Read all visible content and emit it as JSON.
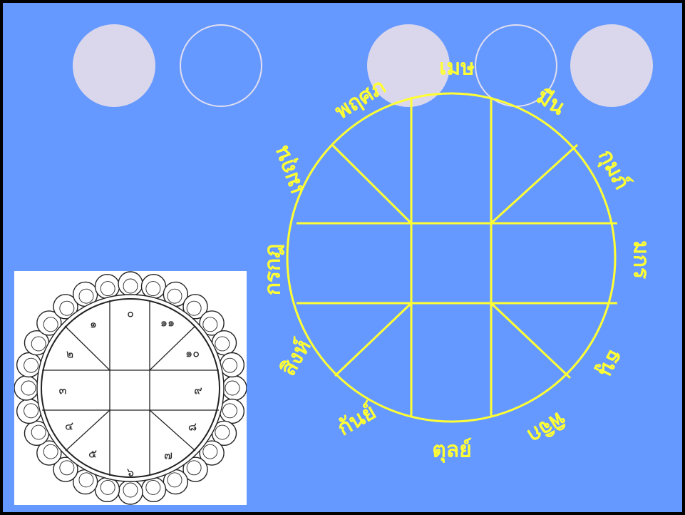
{
  "colors": {
    "background": "#6699ff",
    "outer_frame": "#000000",
    "wheel_line": "#ffff33",
    "wheel_label": "#ffff33",
    "deco_circle_fill": "#dad7ec",
    "deco_circle_ring": "#e1def0",
    "panel_background": "#ffffff",
    "panel_ink": "#222222"
  },
  "decorative_circles": [
    "filled",
    "ring",
    "filled",
    "ring",
    "filled"
  ],
  "zodiac_wheel": {
    "signs": [
      "เมษ",
      "มีน",
      "กุมภ์",
      "มกร",
      "ธนู",
      "พิจิก",
      "ตุลย์",
      "กันย์",
      "สิงห์",
      "กรกฎ",
      "เมถุน",
      "พฤศภ"
    ]
  },
  "horoscope_chart": {
    "house_numbers": [
      "๐",
      "๑๑",
      "๑๐",
      "๙",
      "๘",
      "๗",
      "๖",
      "๕",
      "๔",
      "๓",
      "๒",
      "๑"
    ]
  }
}
